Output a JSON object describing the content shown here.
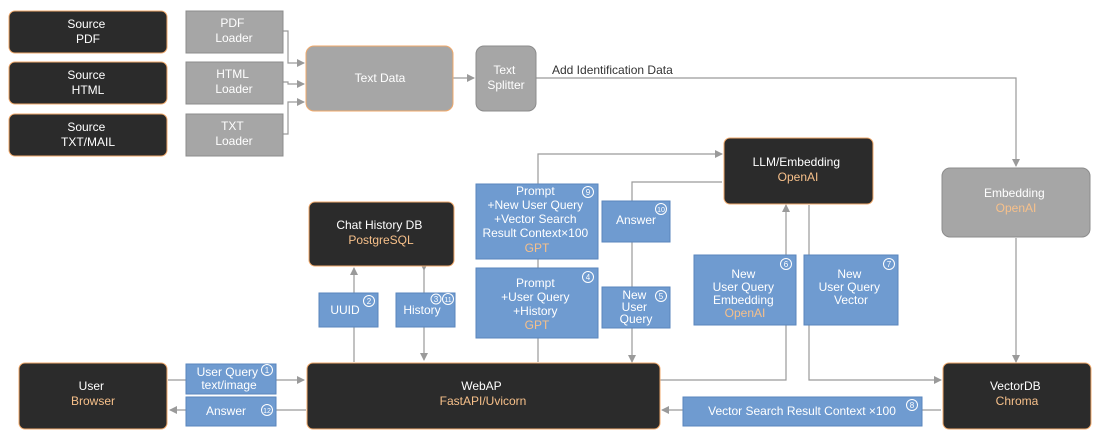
{
  "colors": {
    "dark": "#2b2b2b",
    "gray": "#a6a6a6",
    "blue": "#6f9bd0",
    "accent": "#f7c08a",
    "line": "#9a9a9a"
  },
  "nodes": {
    "source_pdf": {
      "lines": [
        "Source",
        "PDF"
      ]
    },
    "source_html": {
      "lines": [
        "Source",
        "HTML"
      ]
    },
    "source_txt": {
      "lines": [
        "Source",
        "TXT/MAIL"
      ]
    },
    "pdf_loader": {
      "lines": [
        "PDF",
        "Loader"
      ]
    },
    "html_loader": {
      "lines": [
        "HTML",
        "Loader"
      ]
    },
    "txt_loader": {
      "lines": [
        "TXT",
        "Loader"
      ]
    },
    "text_data": {
      "lines": [
        "Text Data"
      ]
    },
    "text_splitter": {
      "lines": [
        "Text",
        "Splitter"
      ]
    },
    "llm": {
      "lines": [
        "LLM/Embedding"
      ],
      "accent": "OpenAI"
    },
    "embedding": {
      "lines": [
        "Embedding"
      ],
      "accent": "OpenAI"
    },
    "chat_db": {
      "lines": [
        "Chat History DB"
      ],
      "accent": "PostgreSQL"
    },
    "prompt_gpt_top": {
      "lines": [
        "Prompt",
        "+New User Query",
        "+Vector Search",
        "Result Context×100"
      ],
      "accent": "GPT",
      "badge": "9"
    },
    "answer_top": {
      "lines": [
        "Answer"
      ],
      "badge": "10"
    },
    "prompt_gpt_bottom": {
      "lines": [
        "Prompt",
        "+User Query",
        "+History"
      ],
      "accent": "GPT",
      "badge": "4"
    },
    "new_user_query": {
      "lines": [
        "New",
        "User",
        "Query"
      ],
      "badge": "5"
    },
    "new_query_embedding": {
      "lines": [
        "New",
        "User Query",
        "Embedding"
      ],
      "accent": "OpenAI",
      "badge": "6"
    },
    "new_query_vector": {
      "lines": [
        "New",
        "User Query",
        "Vector"
      ],
      "badge": "7"
    },
    "uuid": {
      "lines": [
        "UUID"
      ],
      "badge": "2"
    },
    "history": {
      "lines": [
        "History"
      ],
      "badge": "3",
      "badge2": "11"
    },
    "user": {
      "lines": [
        "User"
      ],
      "accent": "Browser"
    },
    "user_query": {
      "lines": [
        "User Query",
        "text/image"
      ],
      "badge": "1"
    },
    "answer_bottom": {
      "lines": [
        "Answer"
      ],
      "badge": "12"
    },
    "webap": {
      "lines": [
        "WebAP"
      ],
      "accent": "FastAPI/Uvicorn"
    },
    "vector_result": {
      "lines": [
        "Vector Search Result Context ×100"
      ],
      "badge": "8"
    },
    "vectordb": {
      "lines": [
        "VectorDB"
      ],
      "accent": "Chroma"
    }
  },
  "labels": {
    "add_identification": "Add Identification Data"
  }
}
